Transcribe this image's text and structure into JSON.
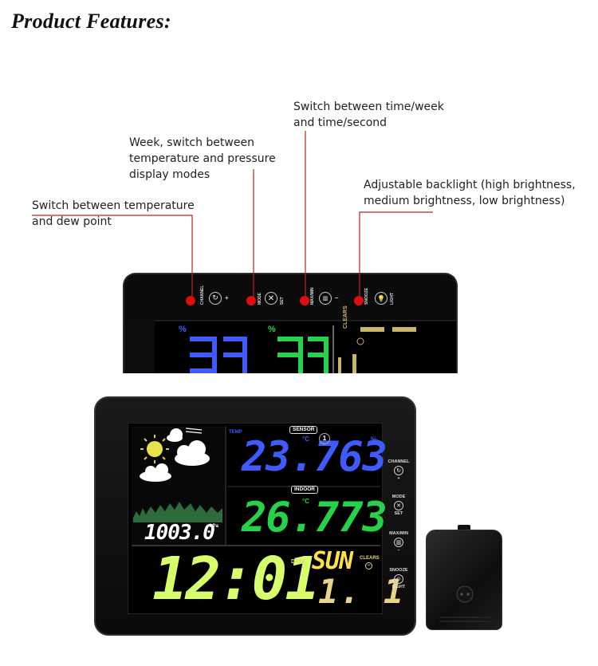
{
  "page": {
    "title": "Product Features:"
  },
  "callouts": {
    "channel": [
      "Switch between temperature",
      "and dew point"
    ],
    "mode": [
      "Week, switch between",
      " temperature and pressure",
      "display modes"
    ],
    "maxmin": [
      "Switch between time/week",
      " and time/second"
    ],
    "snooze": [
      "Adjustable backlight (high brightness,",
      "medium brightness, low brightness)"
    ]
  },
  "closeup": {
    "buttons": [
      "CHANNEL",
      "MODE",
      "SET",
      "MAX/MIN",
      "SNOOZE",
      "LIGHT"
    ],
    "plus_sign": "+",
    "minus_sign": "–",
    "pct": "%",
    "clear_label": "CLEARS"
  },
  "device": {
    "buttons": {
      "channel": "CHANNEL",
      "channel_sub": "+",
      "mode": "MODE",
      "mode_sub": "SET",
      "maxmin": "MAX/MIN",
      "maxmin_sub": "–",
      "snooze": "SNOOZE",
      "snooze_sub": "LIGHT"
    },
    "display": {
      "temp_label": "TEMP",
      "sensor_label": "SENSOR",
      "sensor_value": "23.763",
      "sensor_unit": "°C",
      "sensor_pct": "%",
      "channel_num": "1",
      "indoor_label": "INDOOR",
      "indoor_value": "26.773",
      "indoor_unit": "°C",
      "indoor_pct": "%",
      "pressure_value": "1003.0",
      "pressure_unit": "hPa",
      "time_value": "12:01",
      "date_label": "DATE",
      "weekday": "SUN",
      "clears_label": "CLEARS",
      "date_value": "1.  1"
    }
  },
  "colors": {
    "red_dot": "#e10d0d",
    "leader_line": "#b3262b",
    "blue": "#3f5bff",
    "green": "#27d24a",
    "time_green": "#d6ff6a",
    "weekday_yellow": "#ffe14a",
    "date_gold": "#e8d58a"
  }
}
